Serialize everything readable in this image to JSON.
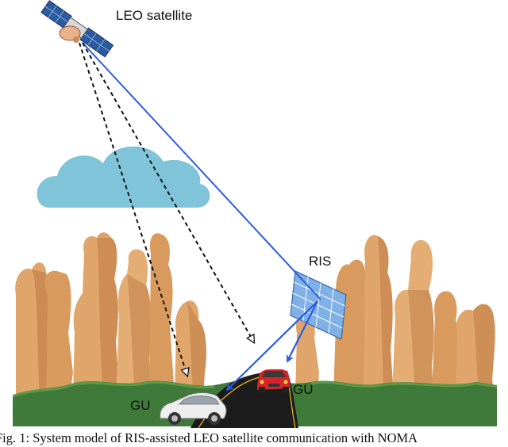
{
  "labels": {
    "satellite": "LEO satellite",
    "ris": "RIS",
    "gu_left": "GU",
    "gu_right": "GU"
  },
  "caption": "Fig. 1: System model of RIS-assisted LEO satellite communication with NOMA",
  "colors": {
    "direct_link": "#2d5be3",
    "blocked_link": "#111111",
    "rock": "#e0a56a",
    "rock_shadow": "#b9763f",
    "cloud": "#7fc4d8",
    "grass": "#3f7a3a",
    "road": "#1c1c1c",
    "ris_panel": "#7fb0e6",
    "car_red": "#d8232a",
    "car_white": "#eeeeee"
  },
  "icons": [
    "satellite-icon",
    "cloud-icon",
    "ris-panel-icon",
    "red-car-icon",
    "white-car-icon"
  ]
}
